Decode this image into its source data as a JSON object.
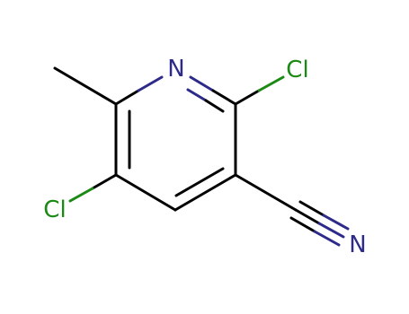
{
  "molecule": {
    "atoms": [
      {
        "id": "n1",
        "symbol": "N",
        "color": "#2d2a8a"
      },
      {
        "id": "cl_2",
        "symbol": "Cl",
        "color": "#1a8a14"
      },
      {
        "id": "cl_5",
        "symbol": "Cl",
        "color": "#1a8a14"
      },
      {
        "id": "n_nitrile",
        "symbol": "N",
        "color": "#2d2a8a"
      }
    ],
    "colors": {
      "bond": "#000000",
      "nitrogen": "#2d2a8a",
      "chlorine": "#1a8a14"
    }
  }
}
